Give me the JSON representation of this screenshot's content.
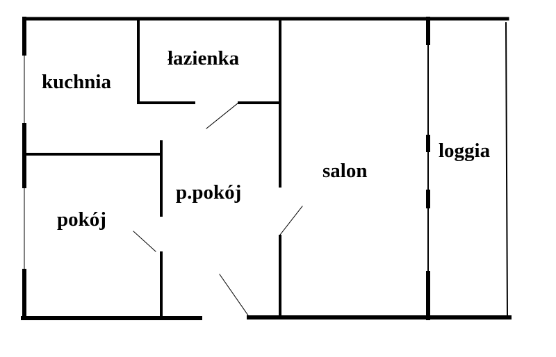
{
  "rooms": {
    "kitchen": "kuchnia",
    "bathroom": "łazienka",
    "hallway": "p.pokój",
    "room": "pokój",
    "living_room": "salon",
    "loggia": "loggia"
  },
  "colors": {
    "wall": "#000000",
    "background": "#ffffff"
  }
}
